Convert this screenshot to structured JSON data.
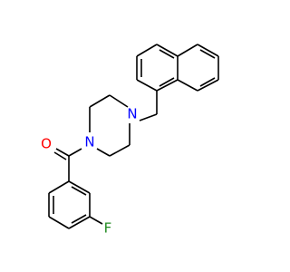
{
  "colors": {
    "bond": "#000000",
    "oxygen": "#ff0000",
    "nitrogen": "#0000ff",
    "fluorine": "#228b22",
    "background": "#ffffff"
  },
  "atoms": {
    "oxygen": {
      "symbol": "O"
    },
    "nitrogen_top": {
      "symbol": "N"
    },
    "nitrogen_bottom": {
      "symbol": "N"
    },
    "fluorine": {
      "symbol": "F"
    }
  }
}
